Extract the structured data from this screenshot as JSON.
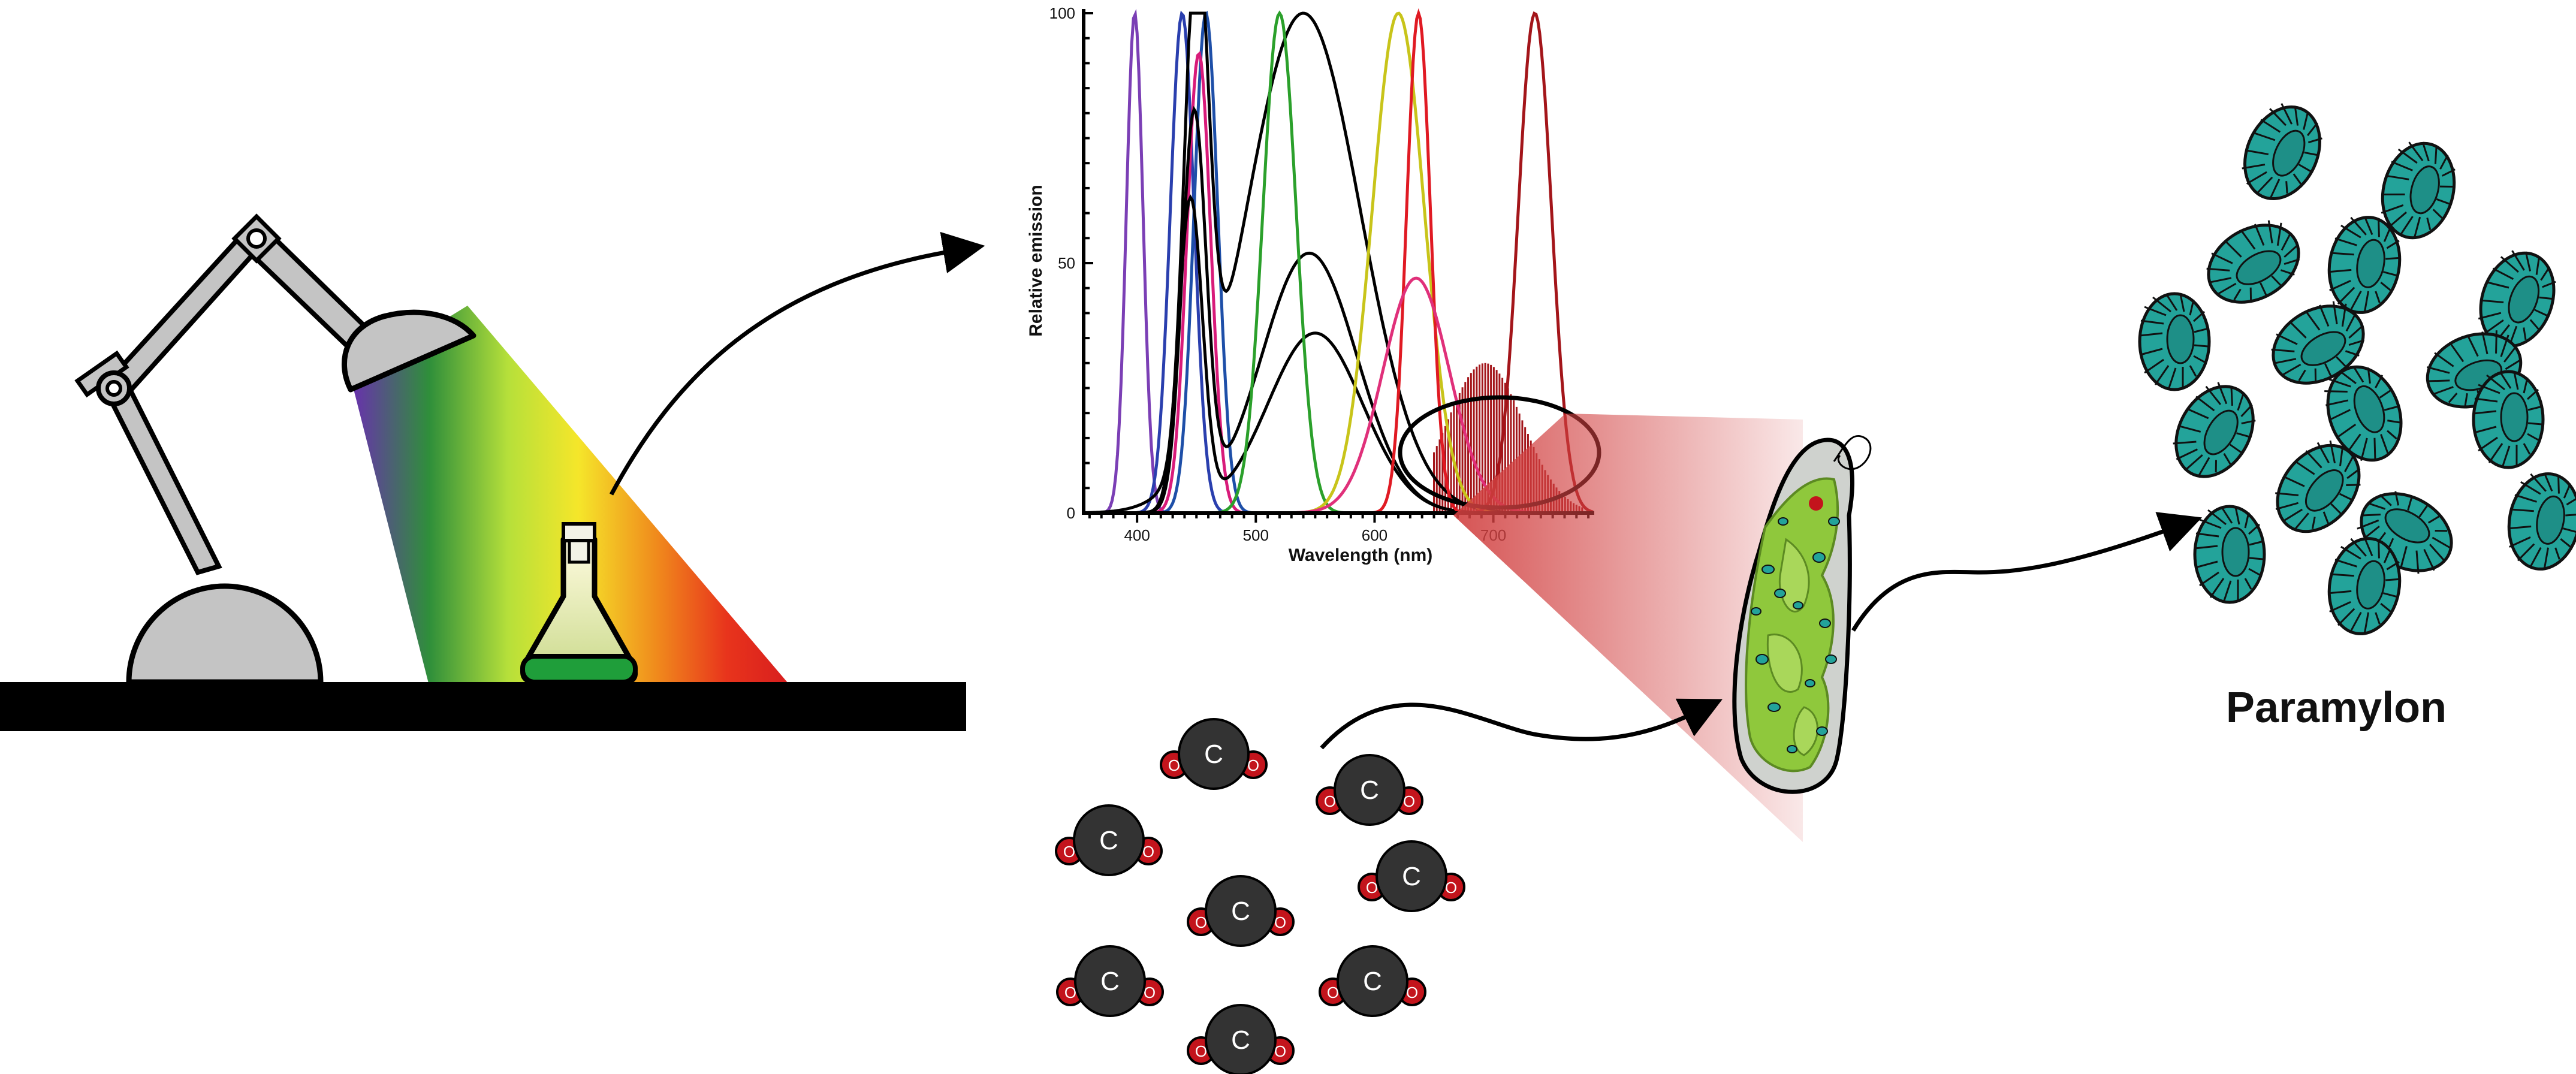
{
  "chart_data": {
    "type": "line",
    "xlabel": "Wavelength (nm)",
    "ylabel": "Relative emission",
    "xlim": [
      355,
      785
    ],
    "ylim": [
      0,
      100
    ],
    "x_ticks": [
      400,
      500,
      600,
      700
    ],
    "y_ticks": [
      0,
      50,
      100
    ],
    "series": [
      {
        "color": "#7b3fb5",
        "peaks": [
          {
            "x": 398,
            "y": 100,
            "w": 7
          }
        ]
      },
      {
        "color": "#2a3fae",
        "peaks": [
          {
            "x": 438,
            "y": 100,
            "w": 10
          }
        ]
      },
      {
        "color": "#1e4fa8",
        "peaks": [
          {
            "x": 458,
            "y": 100,
            "w": 10
          }
        ]
      },
      {
        "color": "#d81b7a",
        "peaks": [
          {
            "x": 452,
            "y": 92,
            "w": 10
          }
        ]
      },
      {
        "color": "#000000",
        "peaks": [
          {
            "x": 450,
            "y": 100,
            "w": 10
          },
          {
            "x": 540,
            "y": 100,
            "w": 48
          }
        ]
      },
      {
        "color": "#000000",
        "peaks": [
          {
            "x": 448,
            "y": 78,
            "w": 10
          },
          {
            "x": 545,
            "y": 52,
            "w": 40
          }
        ]
      },
      {
        "color": "#000000",
        "peaks": [
          {
            "x": 445,
            "y": 62,
            "w": 10
          },
          {
            "x": 550,
            "y": 36,
            "w": 40
          }
        ]
      },
      {
        "color": "#2ba02b",
        "peaks": [
          {
            "x": 520,
            "y": 100,
            "w": 14
          }
        ]
      },
      {
        "color": "#c8c41a",
        "peaks": [
          {
            "x": 620,
            "y": 100,
            "w": 22
          }
        ]
      },
      {
        "color": "#e01a23",
        "peaks": [
          {
            "x": 637,
            "y": 100,
            "w": 10
          }
        ]
      },
      {
        "color": "#e0307a",
        "peaks": [
          {
            "x": 635,
            "y": 47,
            "w": 28
          }
        ]
      },
      {
        "color": "#a3151a",
        "peaks": [
          {
            "x": 735,
            "y": 100,
            "w": 14
          }
        ]
      }
    ],
    "bars": {
      "color": "#a3151a",
      "center": 693,
      "height": 30,
      "width": 32,
      "from": 650,
      "to": 775
    }
  },
  "diagram": {
    "atom_carbon": "C",
    "atom_oxygen": "O",
    "product_label": "Paramylon"
  },
  "colors": {
    "lamp_body": "#c4c4c4",
    "table": "#000000",
    "flask_liquid": "#1f9e3a",
    "co2_carbon": "#333333",
    "co2_oxygen": "#c3141c",
    "granule": "#23a39a",
    "euglena_cell": "#8fc83c",
    "highlight_cone": "#d14040"
  }
}
